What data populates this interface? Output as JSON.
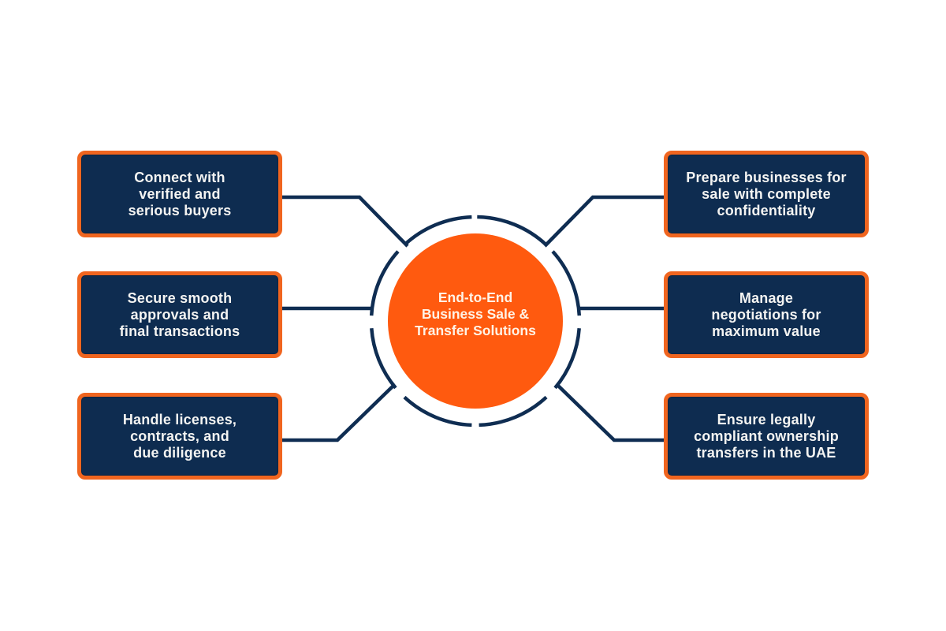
{
  "colors": {
    "accent_orange": "#ff5a0f",
    "box_border": "#f0651f",
    "navy": "#0e2c50",
    "connector": "#0f2d52",
    "hub_text": "#fff3e6",
    "box_text": "#f4f4f2"
  },
  "hub": {
    "title_lines": [
      "End-to-End",
      "Business Sale &",
      "Transfer Solutions"
    ]
  },
  "left_items": [
    {
      "lines": [
        "Connect with",
        "verified and",
        "serious buyers"
      ]
    },
    {
      "lines": [
        "Secure smooth",
        "approvals and",
        "final transactions"
      ]
    },
    {
      "lines": [
        "Handle licenses,",
        "contracts, and",
        "due diligence"
      ]
    }
  ],
  "right_items": [
    {
      "lines": [
        "Prepare businesses for",
        "sale with complete",
        "confidentiality"
      ]
    },
    {
      "lines": [
        "Manage",
        "negotiations for",
        "maximum value"
      ]
    },
    {
      "lines": [
        "Ensure legally",
        "compliant ownership",
        "transfers in the UAE"
      ]
    }
  ]
}
